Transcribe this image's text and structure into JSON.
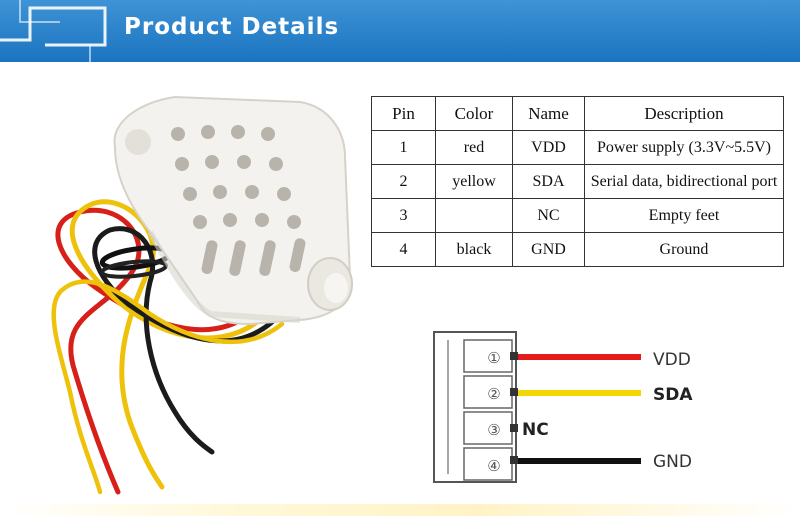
{
  "header": {
    "title": "Product Details"
  },
  "table": {
    "headers": [
      "Pin",
      "Color",
      "Name",
      "Description"
    ],
    "rows": [
      {
        "pin": "1",
        "color": "red",
        "name": "VDD",
        "description": "Power supply (3.3V~5.5V)"
      },
      {
        "pin": "2",
        "color": "yellow",
        "name": "SDA",
        "description": "Serial data, bidirectional port"
      },
      {
        "pin": "3",
        "color": "",
        "name": "NC",
        "description": "Empty feet"
      },
      {
        "pin": "4",
        "color": "black",
        "name": "GND",
        "description": "Ground"
      }
    ]
  },
  "connector": {
    "pins": [
      {
        "num": "①",
        "label": "VDD",
        "wire_color": "#e31b1b"
      },
      {
        "num": "②",
        "label": "SDA",
        "wire_color": "#f2d600"
      },
      {
        "num": "③",
        "label": "NC",
        "wire_color": ""
      },
      {
        "num": "④",
        "label": "GND",
        "wire_color": "#111111"
      }
    ]
  },
  "colors": {
    "banner": "#1a74bf",
    "red_wire": "#e31b1b",
    "yellow_wire": "#f2d600",
    "black_wire": "#111111"
  }
}
